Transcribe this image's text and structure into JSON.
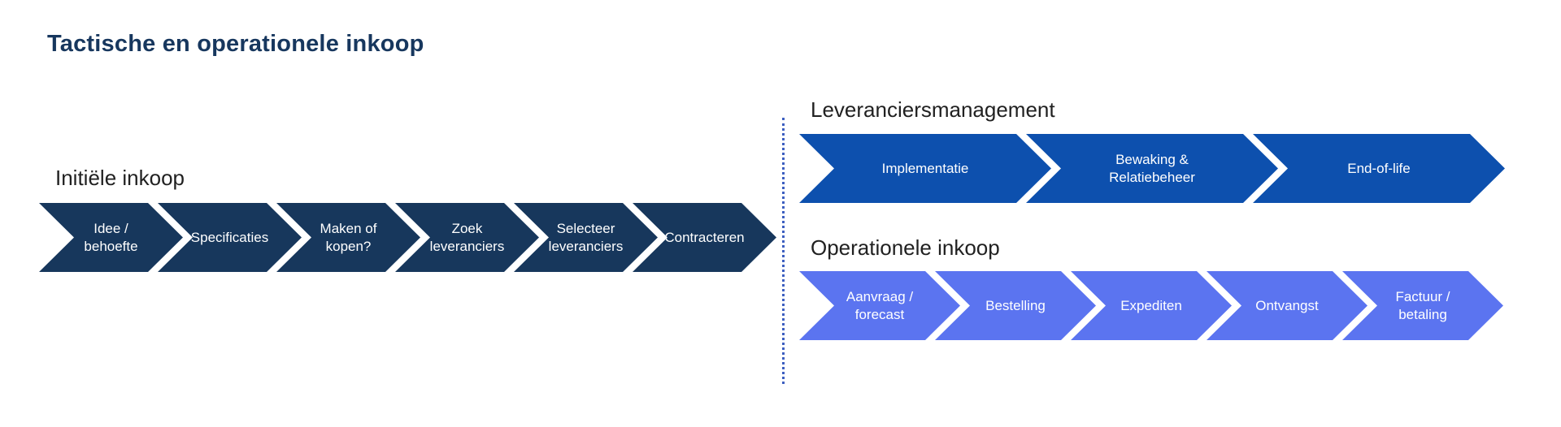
{
  "title": "Tactische en operationele inkoop",
  "colors": {
    "background": "#ffffff",
    "title": "#17375e",
    "heading": "#212121",
    "navy": "#17375c",
    "blue": "#0d50ae",
    "periwinkle": "#5b74f0",
    "divider": "#3d5fc0",
    "chevron_text": "#ffffff"
  },
  "flows": {
    "initial": {
      "title": "Initiële inkoop",
      "steps": [
        "Idee /\nbehoefte",
        "Specificaties",
        "Maken of\nkopen?",
        "Zoek\nleveranciers",
        "Selecteer\nleveranciers",
        "Contracteren"
      ]
    },
    "supplier": {
      "title": "Leveranciersmanagement",
      "steps": [
        "Implementatie",
        "Bewaking &\nRelatiebeheer",
        "End-of-life"
      ]
    },
    "operational": {
      "title": "Operationele inkoop",
      "steps": [
        "Aanvraag /\nforecast",
        "Bestelling",
        "Expediten",
        "Ontvangst",
        "Factuur /\nbetaling"
      ]
    }
  }
}
